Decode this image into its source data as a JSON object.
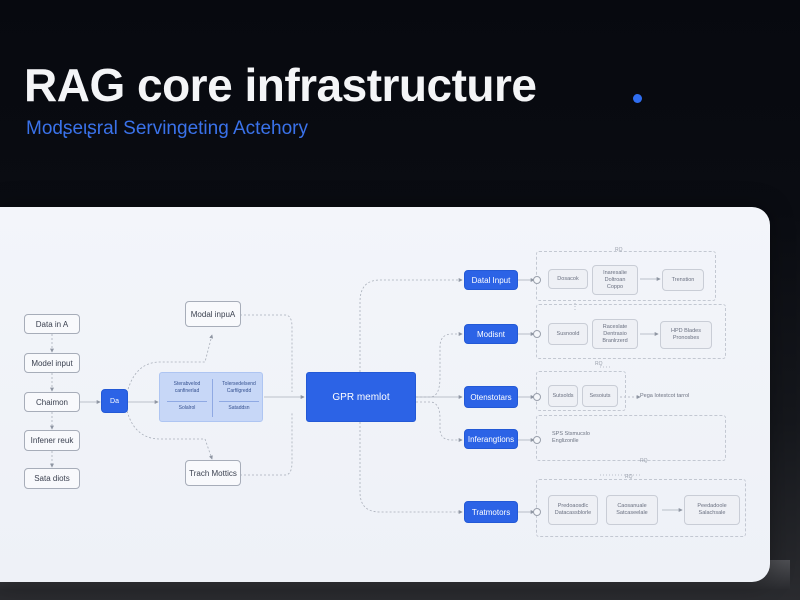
{
  "header": {
    "title": "RAG core infrastructure",
    "subtitle": "Modʂeιʂral Servingeting Actehory"
  },
  "diagram": {
    "left_column": [
      "Data in A",
      "Model input",
      "Chaimon",
      "Infener reuk",
      "Sata diots"
    ],
    "hub_small": "Da",
    "model_input_node": "Modal inpuA",
    "trach_node": "Trach Mottics",
    "aggregate": {
      "left_top": "Sterabvelod\ncanfinerlad",
      "left_bottom": "Solalrol",
      "right_top": "Tolersedelsend\nCarfilgredd",
      "right_bottom": "Sataddsn"
    },
    "center_node": "GPR memlot",
    "right_blue": [
      "Datal Input",
      "Modisnt",
      "Otenstotars",
      "Inferangtions",
      "Tratmotors"
    ],
    "right_details": {
      "row1_a": "Dosacok",
      "row1_b": "Inaresalie\nDoltroan\nCoppo",
      "row1_c": "Trenstion",
      "row2_a": "Susnoold",
      "row2_b": "Raceslate\nDentrasio\nBranlrzerd",
      "row2_c": "HPD Blades\nPronosbes",
      "row3_a": "Sutsolds",
      "row3_b": "Sesoiuts",
      "row3_c": "Pega Iotestcot tarrol",
      "row4_a": "SPS Stsmucslo\nEnglizonlle",
      "row5_a": "Predoaosdlc\nDatacassblorle",
      "row5_b": "Caosanuale\nSatcaseelale",
      "row5_c": "Peedadoole\nSalachsale"
    },
    "ticks": [
      "RQ",
      "RQ",
      "RQ",
      "RQ"
    ]
  },
  "colors": {
    "accent": "#2c63e6",
    "title": "#f4f5f7",
    "subtitle": "#3a72ea",
    "panel": "#f1f3f8"
  }
}
